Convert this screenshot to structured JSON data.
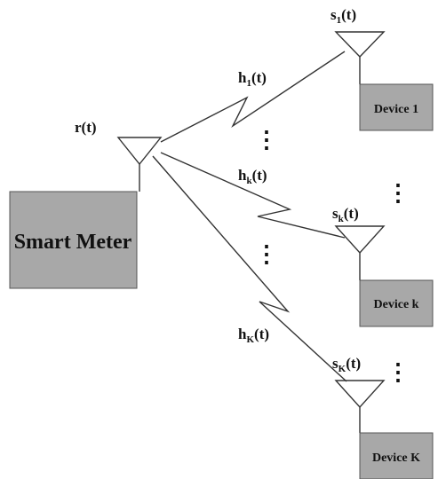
{
  "colors": {
    "box_fill": "#a8a8a8",
    "box_stroke": "#555555",
    "line": "#333333",
    "text": "#111111",
    "background": "#ffffff"
  },
  "smart_meter": {
    "label": "Smart Meter",
    "signal": {
      "base": "r",
      "arg": "(t)"
    }
  },
  "devices": [
    {
      "label": "Device 1",
      "signal": {
        "base": "s",
        "sub": "1",
        "arg": "(t)"
      }
    },
    {
      "label": "Device k",
      "signal": {
        "base": "s",
        "sub": "k",
        "arg": "(t)"
      }
    },
    {
      "label": "Device K",
      "signal": {
        "base": "s",
        "sub": "K",
        "arg": "(t)"
      }
    }
  ],
  "channels": [
    {
      "base": "h",
      "sub": "1",
      "arg": "(t)"
    },
    {
      "base": "h",
      "sub": "k",
      "arg": "(t)"
    },
    {
      "base": "h",
      "sub": "K",
      "arg": "(t)"
    }
  ],
  "ellipsis_symbol": "⋮"
}
